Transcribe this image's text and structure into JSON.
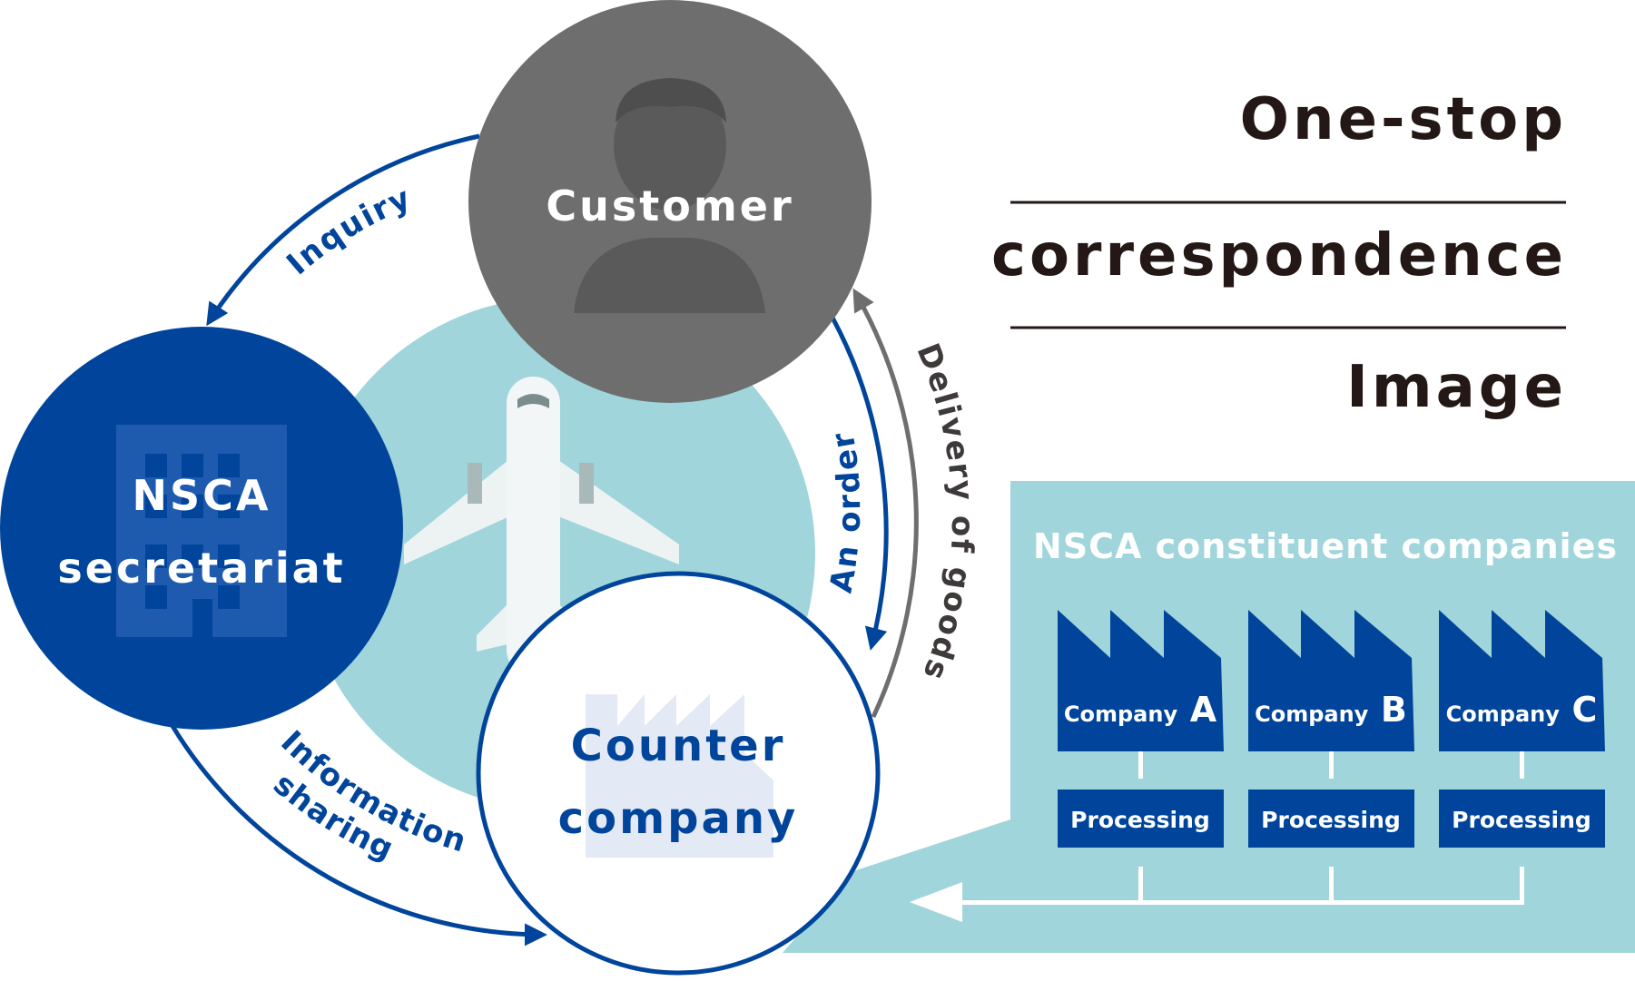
{
  "title": {
    "line1": "One-stop",
    "line2": "correspondence",
    "line3": "Image"
  },
  "nodes": {
    "customer": "Customer",
    "secretariat_line1": "NSCA",
    "secretariat_line2": "secretariat",
    "counter_line1": "Counter",
    "counter_line2": "company"
  },
  "arrows": {
    "inquiry": "Inquiry",
    "an_order": "An order",
    "delivery": "Delivery of goods",
    "info_line1": "Information",
    "info_line2": "sharing"
  },
  "constituents": {
    "heading": "NSCA constituent companies",
    "companies": [
      {
        "prefix": "Company",
        "letter": "A",
        "processing": "Processing"
      },
      {
        "prefix": "Company",
        "letter": "B",
        "processing": "Processing"
      },
      {
        "prefix": "Company",
        "letter": "C",
        "processing": "Processing"
      }
    ]
  },
  "colors": {
    "navy": "#00459B",
    "gray": "#6E6E6E",
    "teal": "#A0D5DB",
    "text_dark": "#231815"
  }
}
